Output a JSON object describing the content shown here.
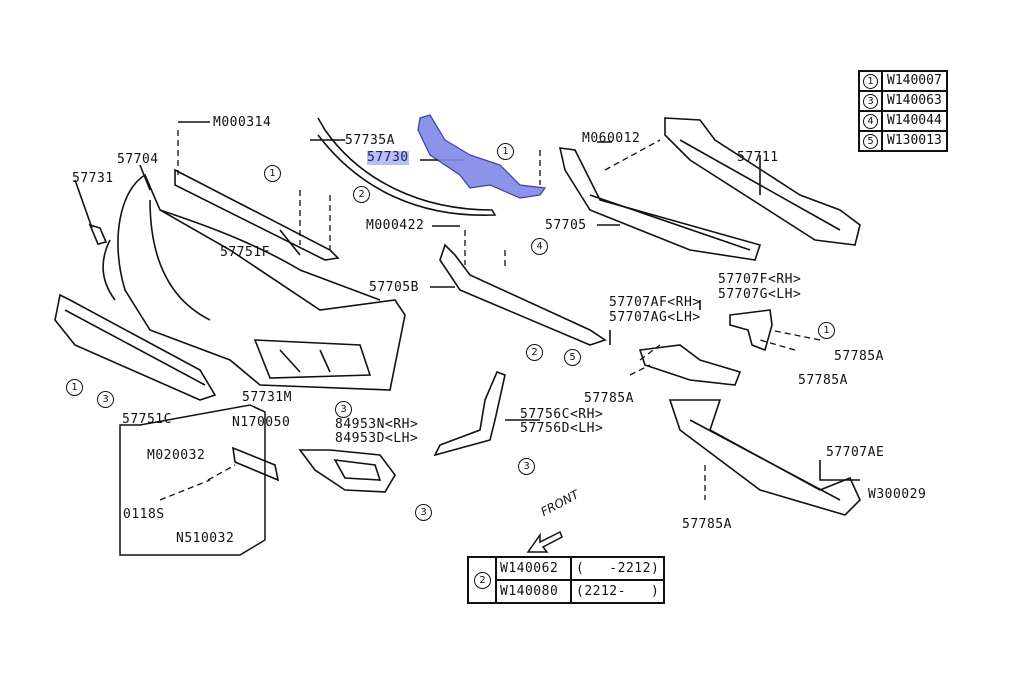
{
  "diagram": {
    "title": "Front bumper parts diagram",
    "highlight_color": "#b8bff5",
    "highlighted_part": "57730",
    "direction_indicator": "FRONT",
    "labels": [
      {
        "id": "m000314",
        "text": "M000314"
      },
      {
        "id": "57704",
        "text": "57704"
      },
      {
        "id": "57731",
        "text": "57731"
      },
      {
        "id": "57735a",
        "text": "57735A"
      },
      {
        "id": "57730",
        "text": "57730"
      },
      {
        "id": "m060012",
        "text": "M060012"
      },
      {
        "id": "57711",
        "text": "57711"
      },
      {
        "id": "57751f",
        "text": "57751F"
      },
      {
        "id": "m000422",
        "text": "M000422"
      },
      {
        "id": "57705",
        "text": "57705"
      },
      {
        "id": "57705b",
        "text": "57705B"
      },
      {
        "id": "57707f",
        "text": "57707F<RH>"
      },
      {
        "id": "57707g",
        "text": "57707G<LH>"
      },
      {
        "id": "57707af",
        "text": "57707AF<RH>"
      },
      {
        "id": "57707ag",
        "text": "57707AG<LH>"
      },
      {
        "id": "57785a_1",
        "text": "57785A"
      },
      {
        "id": "57785a_2",
        "text": "57785A"
      },
      {
        "id": "57785a_3",
        "text": "57785A"
      },
      {
        "id": "57785a_4",
        "text": "57785A"
      },
      {
        "id": "57731m",
        "text": "57731M"
      },
      {
        "id": "57751c",
        "text": "57751C"
      },
      {
        "id": "n170050",
        "text": "N170050"
      },
      {
        "id": "84953n",
        "text": "84953N<RH>"
      },
      {
        "id": "84953d",
        "text": "84953D<LH>"
      },
      {
        "id": "57756c",
        "text": "57756C<RH>"
      },
      {
        "id": "57756d",
        "text": "57756D<LH>"
      },
      {
        "id": "m020032",
        "text": "M020032"
      },
      {
        "id": "0118s",
        "text": "0118S"
      },
      {
        "id": "n510032",
        "text": "N510032"
      },
      {
        "id": "57707ae",
        "text": "57707AE"
      },
      {
        "id": "w300029",
        "text": "W300029"
      }
    ],
    "callouts": [
      "1",
      "2",
      "3",
      "4",
      "5"
    ]
  },
  "fastener_legend": [
    {
      "ref": "1",
      "part": "W140007"
    },
    {
      "ref": "3",
      "part": "W140063"
    },
    {
      "ref": "4",
      "part": "W140044"
    },
    {
      "ref": "5",
      "part": "W130013"
    }
  ],
  "ref2_table": {
    "ref": "2",
    "rows": [
      {
        "part": "W140062",
        "range": "(   -2212)"
      },
      {
        "part": "W140080",
        "range": "(2212-   )"
      }
    ]
  }
}
